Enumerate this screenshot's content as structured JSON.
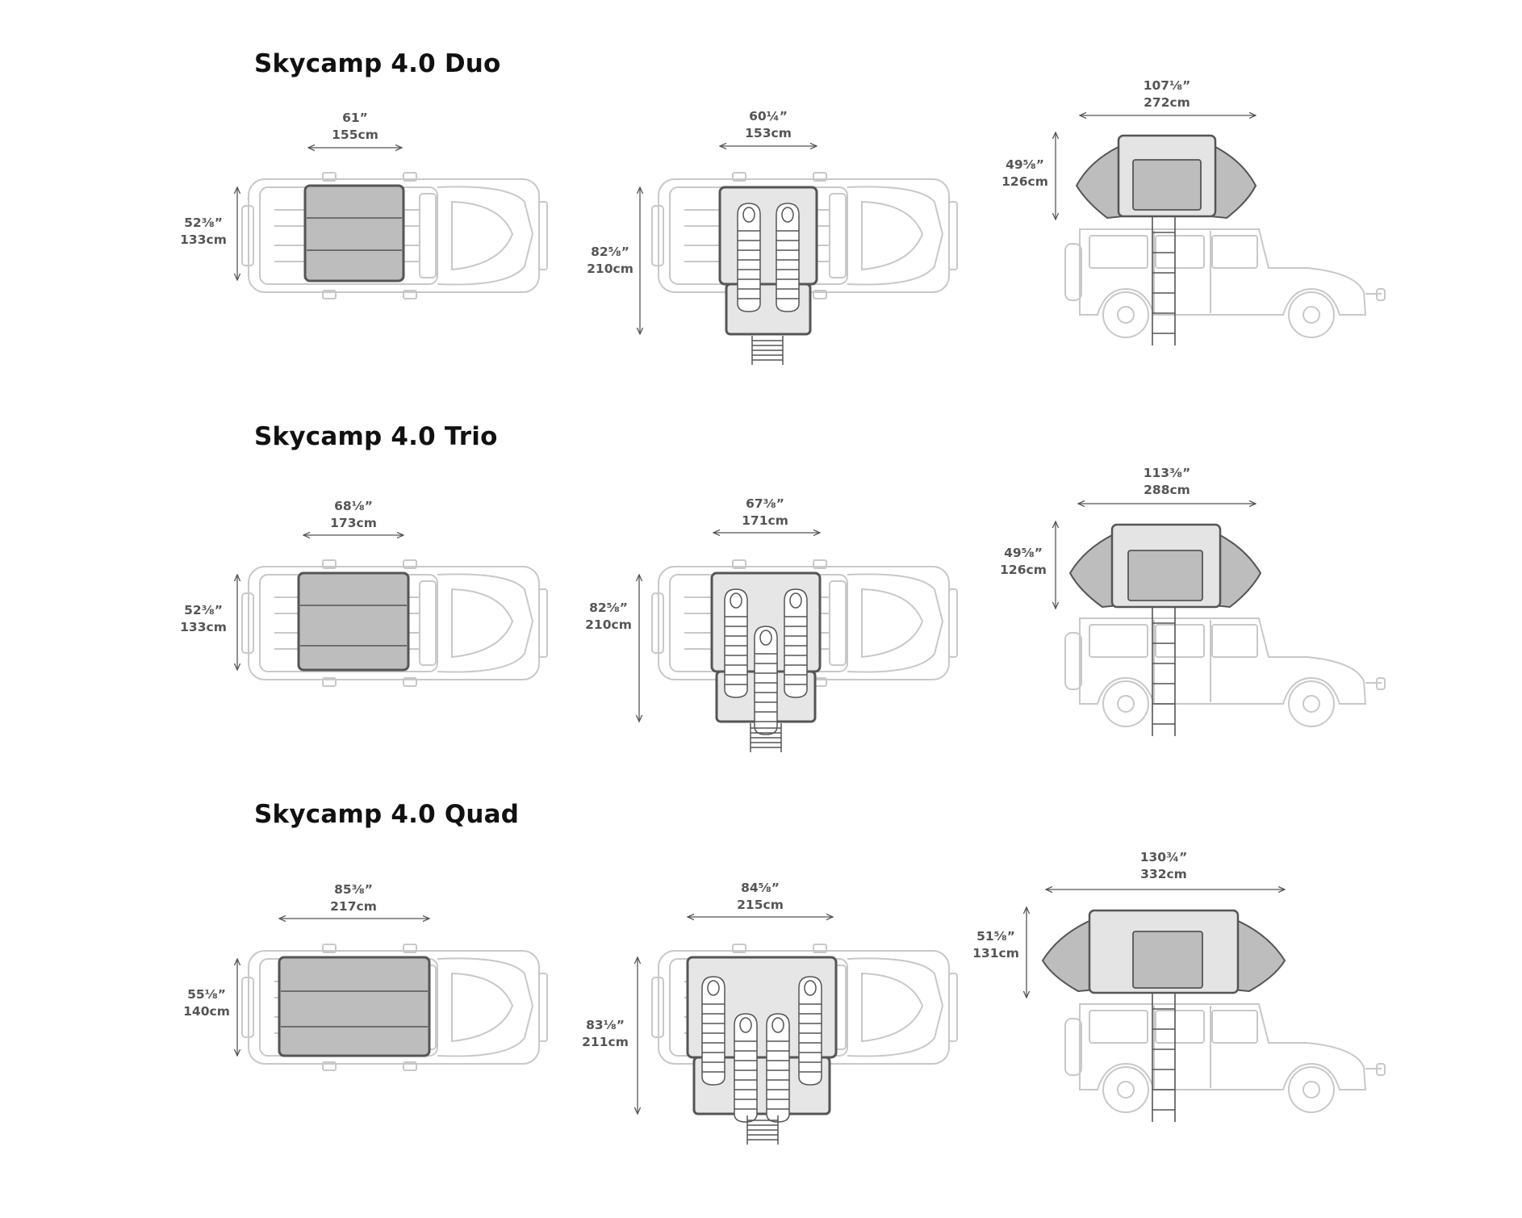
{
  "sections": [
    {
      "title": "Skycamp 4.0 Duo",
      "closed": {
        "width_in": "61”",
        "width_cm": "155cm",
        "depth_in": "52⅜”",
        "depth_cm": "133cm"
      },
      "open": {
        "width_in": "60¼”",
        "width_cm": "153cm",
        "length_in": "82⅝”",
        "length_cm": "210cm"
      },
      "side": {
        "length_in": "107⅛”",
        "length_cm": "272cm",
        "height_in": "49⅝”",
        "height_cm": "126cm"
      }
    },
    {
      "title": "Skycamp 4.0 Trio",
      "closed": {
        "width_in": "68⅛”",
        "width_cm": "173cm",
        "depth_in": "52⅜”",
        "depth_cm": "133cm"
      },
      "open": {
        "width_in": "67⅜”",
        "width_cm": "171cm",
        "length_in": "82⅝”",
        "length_cm": "210cm"
      },
      "side": {
        "length_in": "113⅜”",
        "length_cm": "288cm",
        "height_in": "49⅝”",
        "height_cm": "126cm"
      }
    },
    {
      "title": "Skycamp 4.0 Quad",
      "closed": {
        "width_in": "85⅜”",
        "width_cm": "217cm",
        "depth_in": "55⅛”",
        "depth_cm": "140cm"
      },
      "open": {
        "width_in": "84⅝”",
        "width_cm": "215cm",
        "length_in": "83⅛”",
        "length_cm": "211cm"
      },
      "side": {
        "length_in": "130¾”",
        "length_cm": "332cm",
        "height_in": "51⅝”",
        "height_cm": "131cm"
      }
    }
  ],
  "colors": {
    "vehicle_line": "#c8c8c8",
    "tent_fill": "#bdbdbd",
    "tent_stroke": "#555555",
    "dim_line": "#555555"
  }
}
